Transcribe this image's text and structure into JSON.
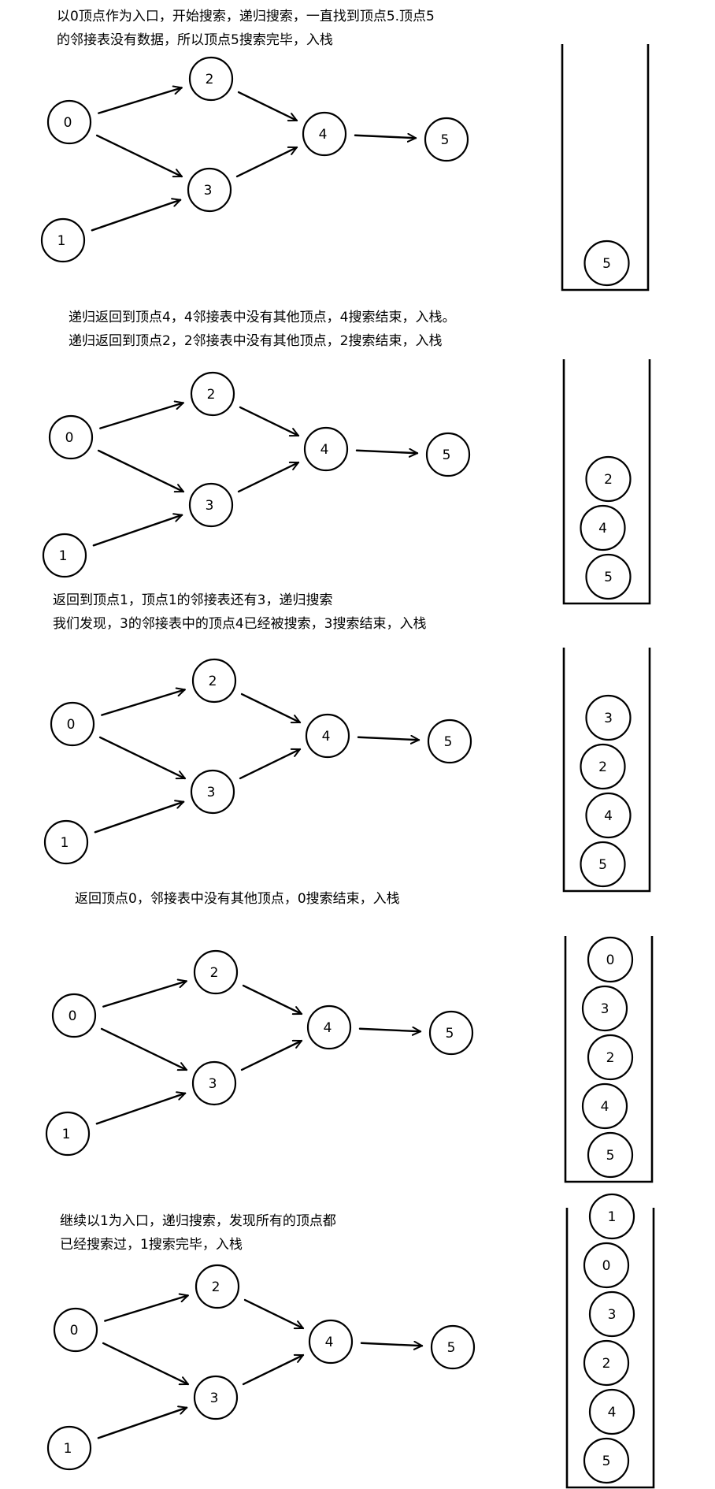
{
  "colors": {
    "ink": "#000000",
    "background": "#ffffff"
  },
  "graph": {
    "nodes": [
      "0",
      "1",
      "2",
      "3",
      "4",
      "5"
    ],
    "edges": [
      [
        "0",
        "2"
      ],
      [
        "0",
        "3"
      ],
      [
        "1",
        "3"
      ],
      [
        "2",
        "4"
      ],
      [
        "3",
        "4"
      ],
      [
        "4",
        "5"
      ]
    ]
  },
  "steps": [
    {
      "caption": [
        "以0顶点作为入口，开始搜索，递归搜索，一直找到顶点5.顶点5",
        "的邻接表没有数据，所以顶点5搜索完毕，入栈"
      ],
      "stack": [
        "5"
      ]
    },
    {
      "caption": [
        "递归返回到顶点4，4邻接表中没有其他顶点，4搜索结束，入栈。",
        "递归返回到顶点2，2邻接表中没有其他顶点，2搜索结束，入栈"
      ],
      "stack": [
        "2",
        "4",
        "5"
      ]
    },
    {
      "caption": [
        "返回到顶点1，顶点1的邻接表还有3，递归搜索",
        "我们发现，3的邻接表中的顶点4已经被搜索，3搜索结束，入栈"
      ],
      "stack": [
        "3",
        "2",
        "4",
        "5"
      ]
    },
    {
      "caption": [
        "返回顶点0，邻接表中没有其他顶点，0搜索结束，入栈"
      ],
      "stack": [
        "0",
        "3",
        "2",
        "4",
        "5"
      ]
    },
    {
      "caption": [
        "继续以1为入口，递归搜索，发现所有的顶点都",
        "已经搜索过，1搜索完毕，入栈"
      ],
      "stack": [
        "1",
        "0",
        "3",
        "2",
        "4",
        "5"
      ]
    }
  ]
}
